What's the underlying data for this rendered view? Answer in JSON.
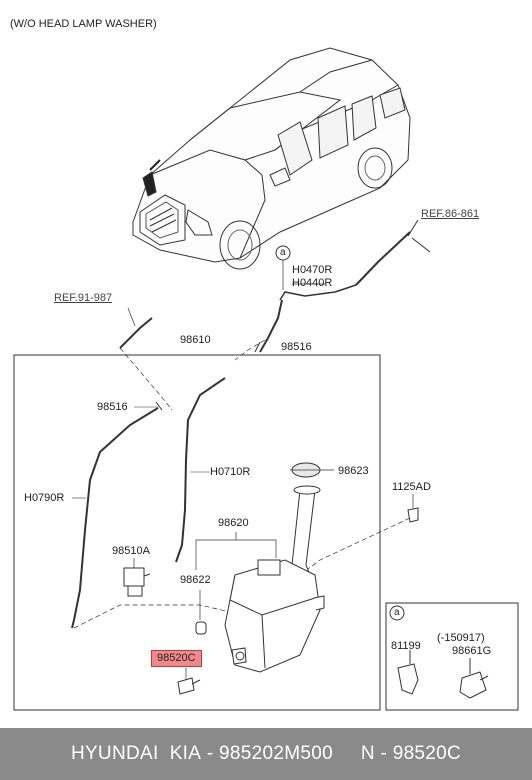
{
  "header": {
    "note": "(W/O HEAD LAMP WASHER)"
  },
  "refs": {
    "ref_right": "REF.86-861",
    "ref_left": "REF.91-987"
  },
  "callout": "a",
  "labels": {
    "h0470r": "H0470R",
    "h0440r": "H0440R",
    "p98610": "98610",
    "p98516_right": "98516",
    "p98516_left": "98516",
    "h0710r": "H0710R",
    "p98623": "98623",
    "h0790r": "H0790R",
    "p1125ad": "1125AD",
    "p98620": "98620",
    "p98510a": "98510A",
    "p98622": "98622",
    "p98520c": "98520C"
  },
  "inset": {
    "callout": "a",
    "part_a": "81199",
    "date": "(-150917)",
    "part_b": "98661G"
  },
  "footer": {
    "brand": "HYUNDAI  KIA",
    "separator1": " - ",
    "oem_number": "985202M500",
    "spacer": "     ",
    "n_label": "N",
    "separator2": " - ",
    "part_code": "98520C"
  },
  "colors": {
    "highlight": "#f08a8a",
    "footer_bg": "#8a8a8a",
    "footer_text": "#ffffff"
  }
}
